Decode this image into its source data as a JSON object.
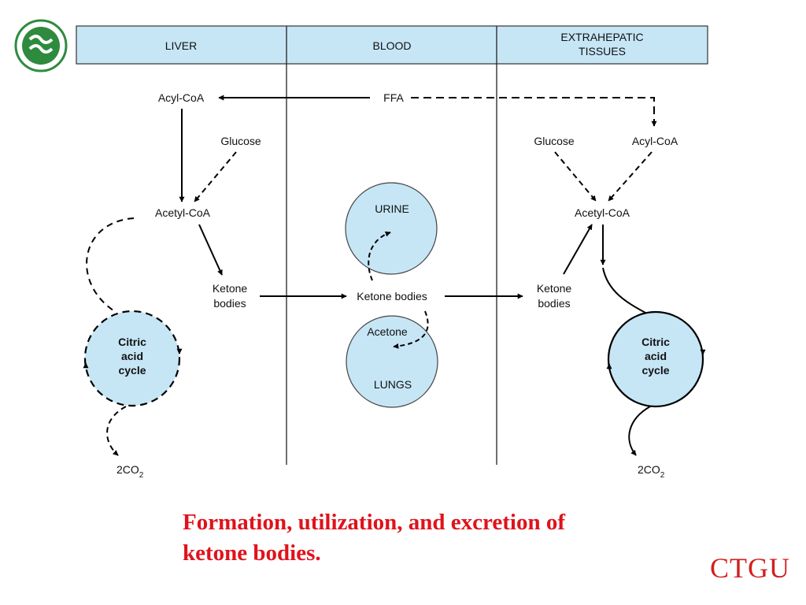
{
  "header": {
    "liver": "LIVER",
    "blood": "BLOOD",
    "extra_line1": "EXTRAHEPATIC",
    "extra_line2": "TISSUES"
  },
  "liver": {
    "acyl_coa": "Acyl-CoA",
    "glucose": "Glucose",
    "acetyl_coa": "Acetyl-CoA",
    "ketone_line1": "Ketone",
    "ketone_line2": "bodies",
    "cycle_line1": "Citric",
    "cycle_line2": "acid",
    "cycle_line3": "cycle",
    "co2": "2CO",
    "co2_sub": "2"
  },
  "blood": {
    "ffa": "FFA",
    "urine": "URINE",
    "ketone_bodies": "Ketone bodies",
    "acetone": "Acetone",
    "lungs": "LUNGS"
  },
  "extrahepatic": {
    "glucose": "Glucose",
    "acyl_coa": "Acyl-CoA",
    "acetyl_coa": "Acetyl-CoA",
    "ketone_line1": "Ketone",
    "ketone_line2": "bodies",
    "cycle_line1": "Citric",
    "cycle_line2": "acid",
    "cycle_line3": "cycle",
    "co2": "2CO",
    "co2_sub": "2"
  },
  "caption": {
    "line1": "Formation, utilization, and excretion of",
    "line2": "ketone bodies."
  },
  "brand": "CTGU",
  "colors": {
    "header_fill": "#c6e6f6",
    "circle_fill": "#c6e6f6",
    "caption": "#e0121b",
    "logo": "#2e8b3e"
  }
}
